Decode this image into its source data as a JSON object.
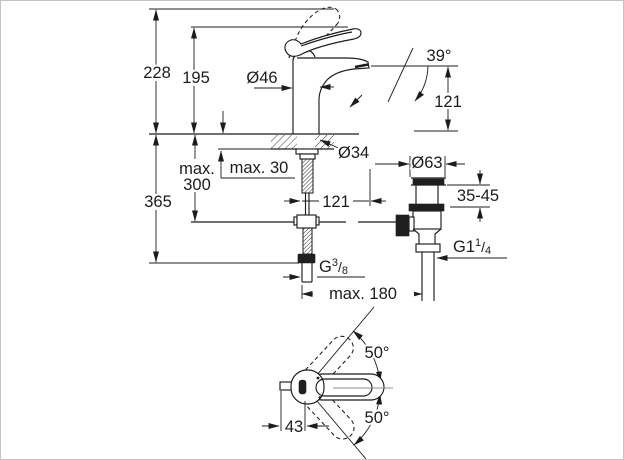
{
  "colors": {
    "ink": "#1c1c1c",
    "background": "#ffffff",
    "border": "#c4c4c4"
  },
  "front_view": {
    "height_overall": "228",
    "height_to_spout_top": "195",
    "height_below_deck": "365",
    "hose_max_line1": "max.",
    "hose_max_line2": "300",
    "deck_thickness_max": "max. 30",
    "body_diameter": "Ø46",
    "hole_diameter": "Ø34",
    "spout_angle": "39°",
    "spout_outlet_height": "121",
    "spout_reach": "121",
    "waste_flange_diameter": "Ø63",
    "basin_thickness_range": "35-45",
    "waste_thread": {
      "base": "G1",
      "sup": "1",
      "slash": "/",
      "sub": "4"
    },
    "supply_thread": {
      "base": "G",
      "sup": "3",
      "slash": "/",
      "sub": "8"
    },
    "reach_max": "max. 180"
  },
  "top_view": {
    "swing_up": "50°",
    "swing_down": "50°",
    "handle_offset": "43"
  }
}
